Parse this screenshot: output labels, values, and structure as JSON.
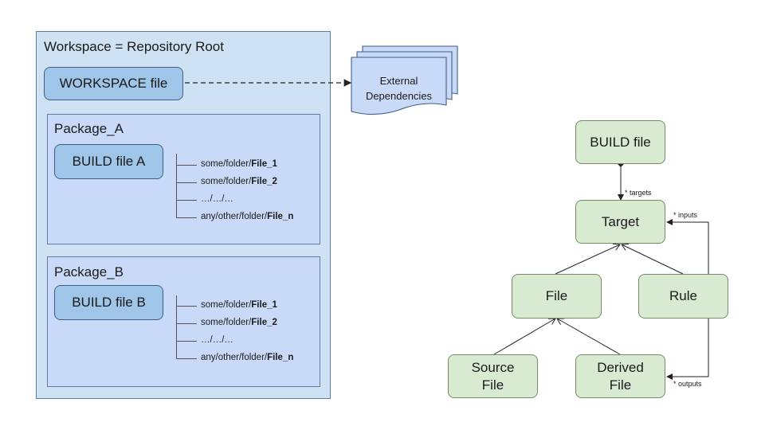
{
  "workspace": {
    "title": "Workspace = Repository Root",
    "file_label": "WORKSPACE file"
  },
  "external": {
    "line1": "External",
    "line2": "Dependencies"
  },
  "packages": [
    {
      "title": "Package_A",
      "build_label": "BUILD file A",
      "files": [
        {
          "prefix": "some/folder/",
          "name": "File_1"
        },
        {
          "prefix": "some/folder/",
          "name": "File_2"
        },
        {
          "prefix": "…/…/…",
          "name": ""
        },
        {
          "prefix": "any/other/folder/",
          "name": "File_n"
        }
      ]
    },
    {
      "title": "Package_B",
      "build_label": "BUILD file B",
      "files": [
        {
          "prefix": "some/folder/",
          "name": "File_1"
        },
        {
          "prefix": "some/folder/",
          "name": "File_2"
        },
        {
          "prefix": "…/…/…",
          "name": ""
        },
        {
          "prefix": "any/other/folder/",
          "name": "File_n"
        }
      ]
    }
  ],
  "model": {
    "build_file": "BUILD file",
    "target": "Target",
    "file": "File",
    "rule": "Rule",
    "source_file_1": "Source",
    "source_file_2": "File",
    "derived_file_1": "Derived",
    "derived_file_2": "File",
    "label_targets": "* targets",
    "label_inputs": "* inputs",
    "label_outputs": "* outputs"
  }
}
